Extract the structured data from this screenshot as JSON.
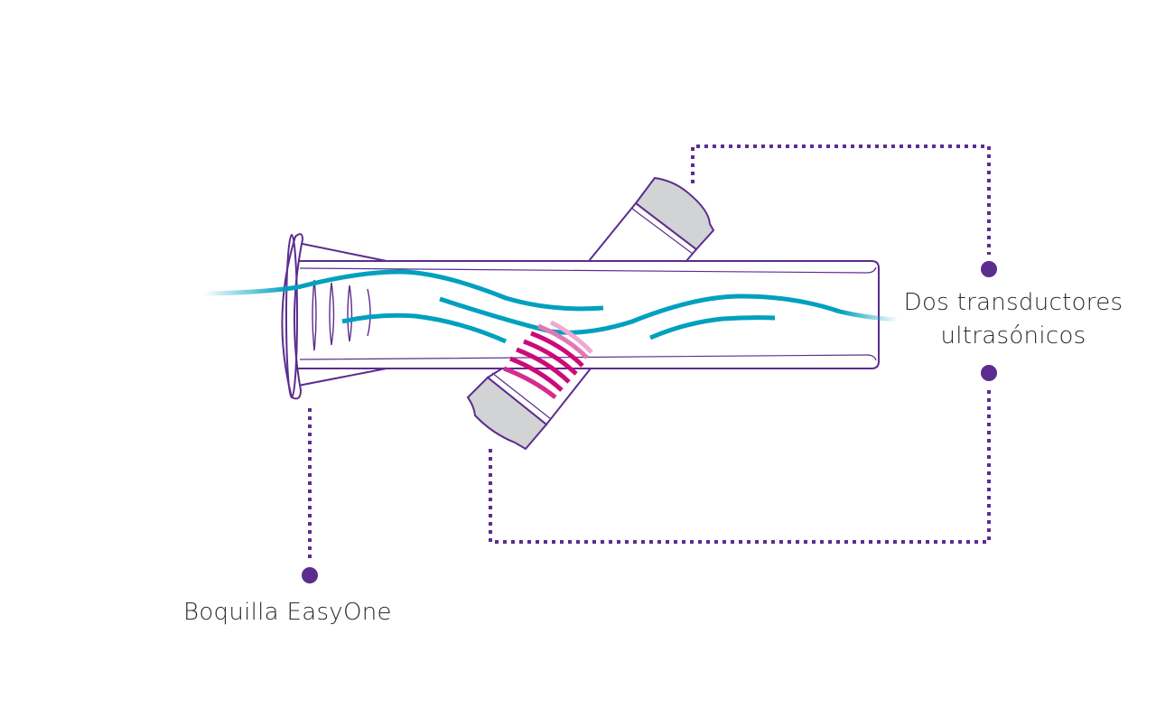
{
  "labels": {
    "transducers_line1": "Dos transductores",
    "transducers_line2": "ultrasónicos",
    "mouthpiece": "Boquilla EasyOne"
  },
  "colors": {
    "outline": "#5b2d8e",
    "flow_wave": "#00a0bf",
    "ultrasound_wave": "#cc0a7a",
    "transducer_cap": "#d1d3d4",
    "text": "#2b2b2b"
  }
}
